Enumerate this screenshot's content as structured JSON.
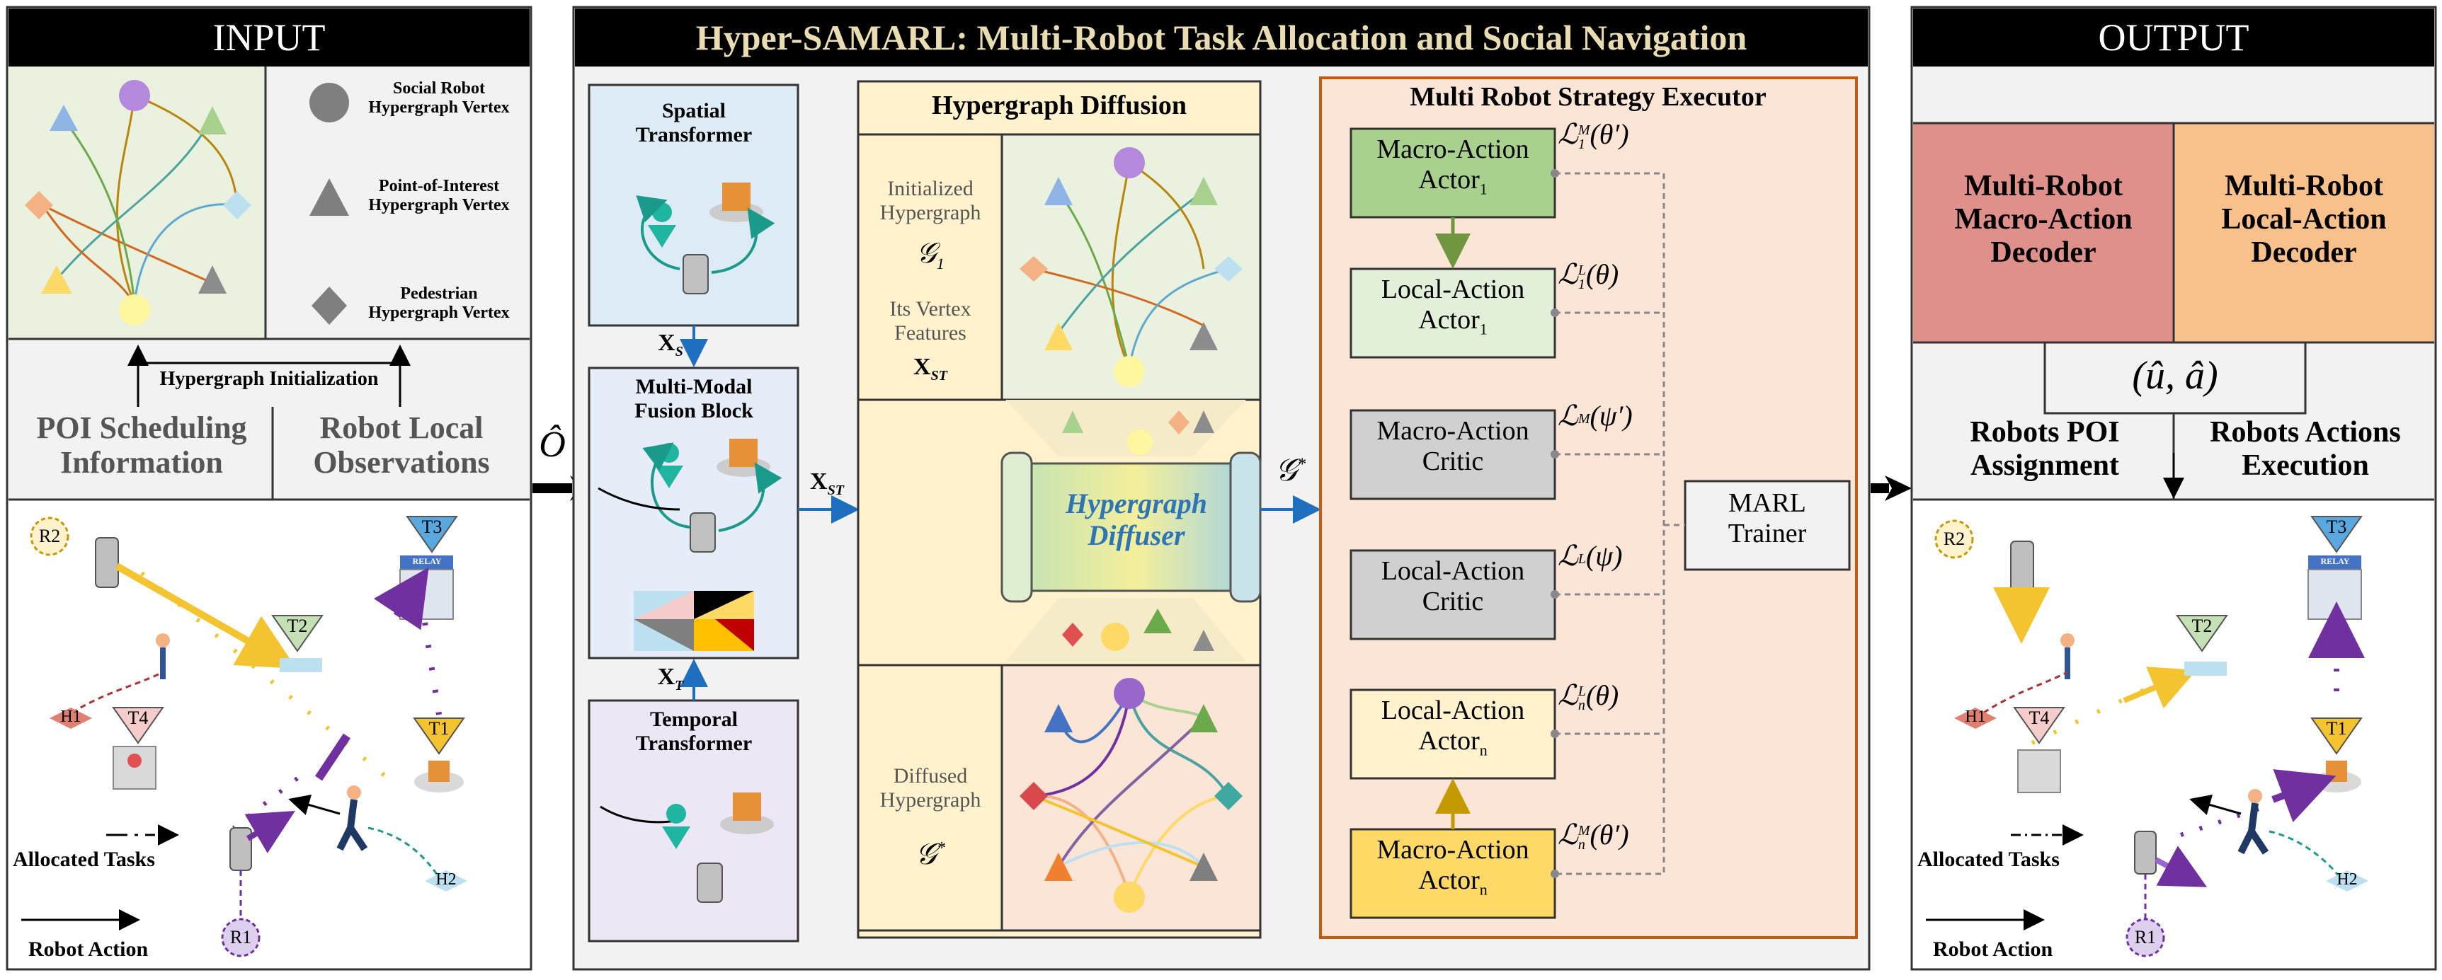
{
  "input": {
    "title": "INPUT",
    "legend": {
      "social_robot": "Social Robot\nHypergraph Vertex",
      "poi": "Point-of-Interest\nHypergraph Vertex",
      "pedestrian": "Pedestrian\nHypergraph Vertex"
    },
    "hypergraph_init": "Hypergraph Initialization",
    "poi_scheduling": "POI Scheduling\nInformation",
    "robot_local_obs": "Robot Local\nObservations",
    "scene": {
      "robots": [
        "R1",
        "R2"
      ],
      "tasks": [
        "T1",
        "T2",
        "T3",
        "T4"
      ],
      "humans": [
        "H1",
        "H2"
      ],
      "relay": "RELAY",
      "allocated_tasks": "Allocated Tasks",
      "robot_action": "Robot Action"
    }
  },
  "middle": {
    "title": "Hyper-SAMARL: Multi-Robot Task Allocation and Social Navigation",
    "spatial_transformer": "Spatial\nTransformer",
    "multimodal_fusion": "Multi-Modal\nFusion Block",
    "temporal_transformer": "Temporal\nTransformer",
    "x_s": "X",
    "x_s_sub": "S",
    "x_t": "X",
    "x_t_sub": "T",
    "x_st": "X",
    "x_st_sub": "ST",
    "o_hat": "Ô",
    "hypergraph_diffusion": {
      "title": "Hypergraph Diffusion",
      "initialized": "Initialized\nHypergraph",
      "g1": "𝒢",
      "g1_sub": "1",
      "vertex_features": "Its Vertex\nFeatures",
      "x_st": "X",
      "x_st_sub": "ST",
      "diffuser": "Hypergraph\nDiffuser",
      "diffused": "Diffused\nHypergraph",
      "g_star": "𝒢",
      "g_star_sup": "*"
    },
    "g_star_out": "𝒢",
    "g_star_out_sup": "*",
    "executor": {
      "title": "Multi Robot Strategy Executor",
      "modules": [
        {
          "label": "Macro-Action\nActor",
          "sub": "1",
          "loss": "ℒ",
          "loss_sup": "M",
          "loss_sub": "1",
          "loss_arg": "(θ′)"
        },
        {
          "label": "Local-Action\nActor",
          "sub": "1",
          "loss": "ℒ",
          "loss_sup": "L",
          "loss_sub": "1",
          "loss_arg": "(θ)"
        },
        {
          "label": "Macro-Action\nCritic",
          "sub": "",
          "loss": "ℒ",
          "loss_sup": "M",
          "loss_sub": "",
          "loss_arg": "(ψ′)"
        },
        {
          "label": "Local-Action\nCritic",
          "sub": "",
          "loss": "ℒ",
          "loss_sup": "L",
          "loss_sub": "",
          "loss_arg": "(ψ)"
        },
        {
          "label": "Local-Action\nActor",
          "sub": "n",
          "loss": "ℒ",
          "loss_sup": "L",
          "loss_sub": "n",
          "loss_arg": "(θ)"
        },
        {
          "label": "Macro-Action\nActor",
          "sub": "n",
          "loss": "ℒ",
          "loss_sup": "M",
          "loss_sub": "n",
          "loss_arg": "(θ′)"
        }
      ],
      "trainer": "MARL\nTrainer"
    }
  },
  "output": {
    "title": "OUTPUT",
    "macro_decoder": "Multi-Robot\nMacro-Action\nDecoder",
    "local_decoder": "Multi-Robot\nLocal-Action\nDecoder",
    "u_a": "(û, â)",
    "poi_assignment": "Robots POI\nAssignment",
    "actions_execution": "Robots Actions\nExecution",
    "scene": {
      "robots": [
        "R1",
        "R2"
      ],
      "tasks": [
        "T1",
        "T2",
        "T3",
        "T4"
      ],
      "humans": [
        "H1",
        "H2"
      ],
      "relay": "RELAY",
      "allocated_tasks": "Allocated Tasks",
      "robot_action": "Robot Action"
    }
  },
  "colors": {
    "green_panel": "#eaf1df",
    "header_bg": "#000000",
    "title_text": "#e8dcb0",
    "macro_actor_1": "#a9d18e",
    "local_actor": "#e2efd9",
    "critic": "#d0d0d0",
    "local_actor_n": "#fff2cc",
    "macro_actor_n": "#ffd966",
    "macro_decoder": "#e0908a",
    "local_decoder": "#f8c08a",
    "executor_bg": "#fbe5d6",
    "diffusion_bg": "#fff2cc"
  }
}
